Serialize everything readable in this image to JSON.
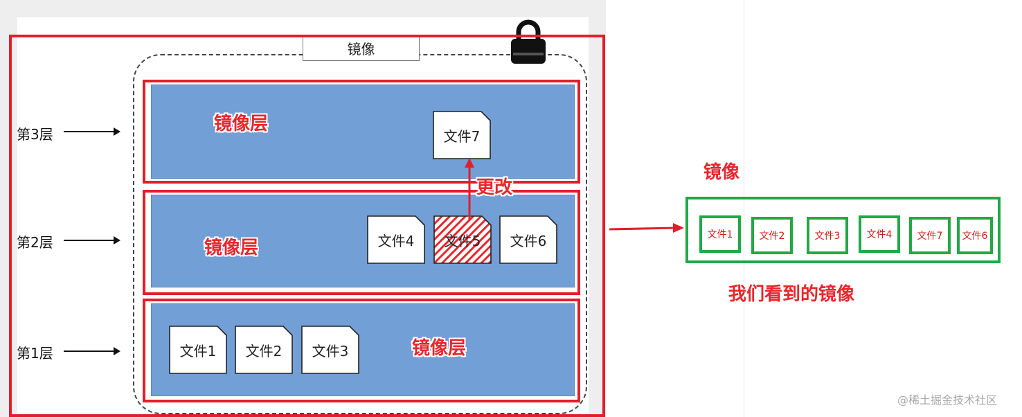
{
  "diagram": {
    "image_title": "镜像",
    "layer_label": "镜像层",
    "floors": [
      {
        "label": "第3层"
      },
      {
        "label": "第2层"
      },
      {
        "label": "第1层"
      }
    ],
    "files": {
      "f1": "文件1",
      "f2": "文件2",
      "f3": "文件3",
      "f4": "文件4",
      "f5": "文件5",
      "f6": "文件6",
      "f7": "文件7"
    },
    "change_label": "更改"
  },
  "result": {
    "title": "镜像",
    "files": [
      "文件1",
      "文件2",
      "文件3",
      "文件4",
      "文件7",
      "文件6"
    ],
    "caption": "我们看到的镜像"
  },
  "watermark": "@稀土掘金技术社区",
  "colors": {
    "layer_blue": "#729fd6",
    "red": "#e11f2a",
    "green": "#22a845"
  }
}
